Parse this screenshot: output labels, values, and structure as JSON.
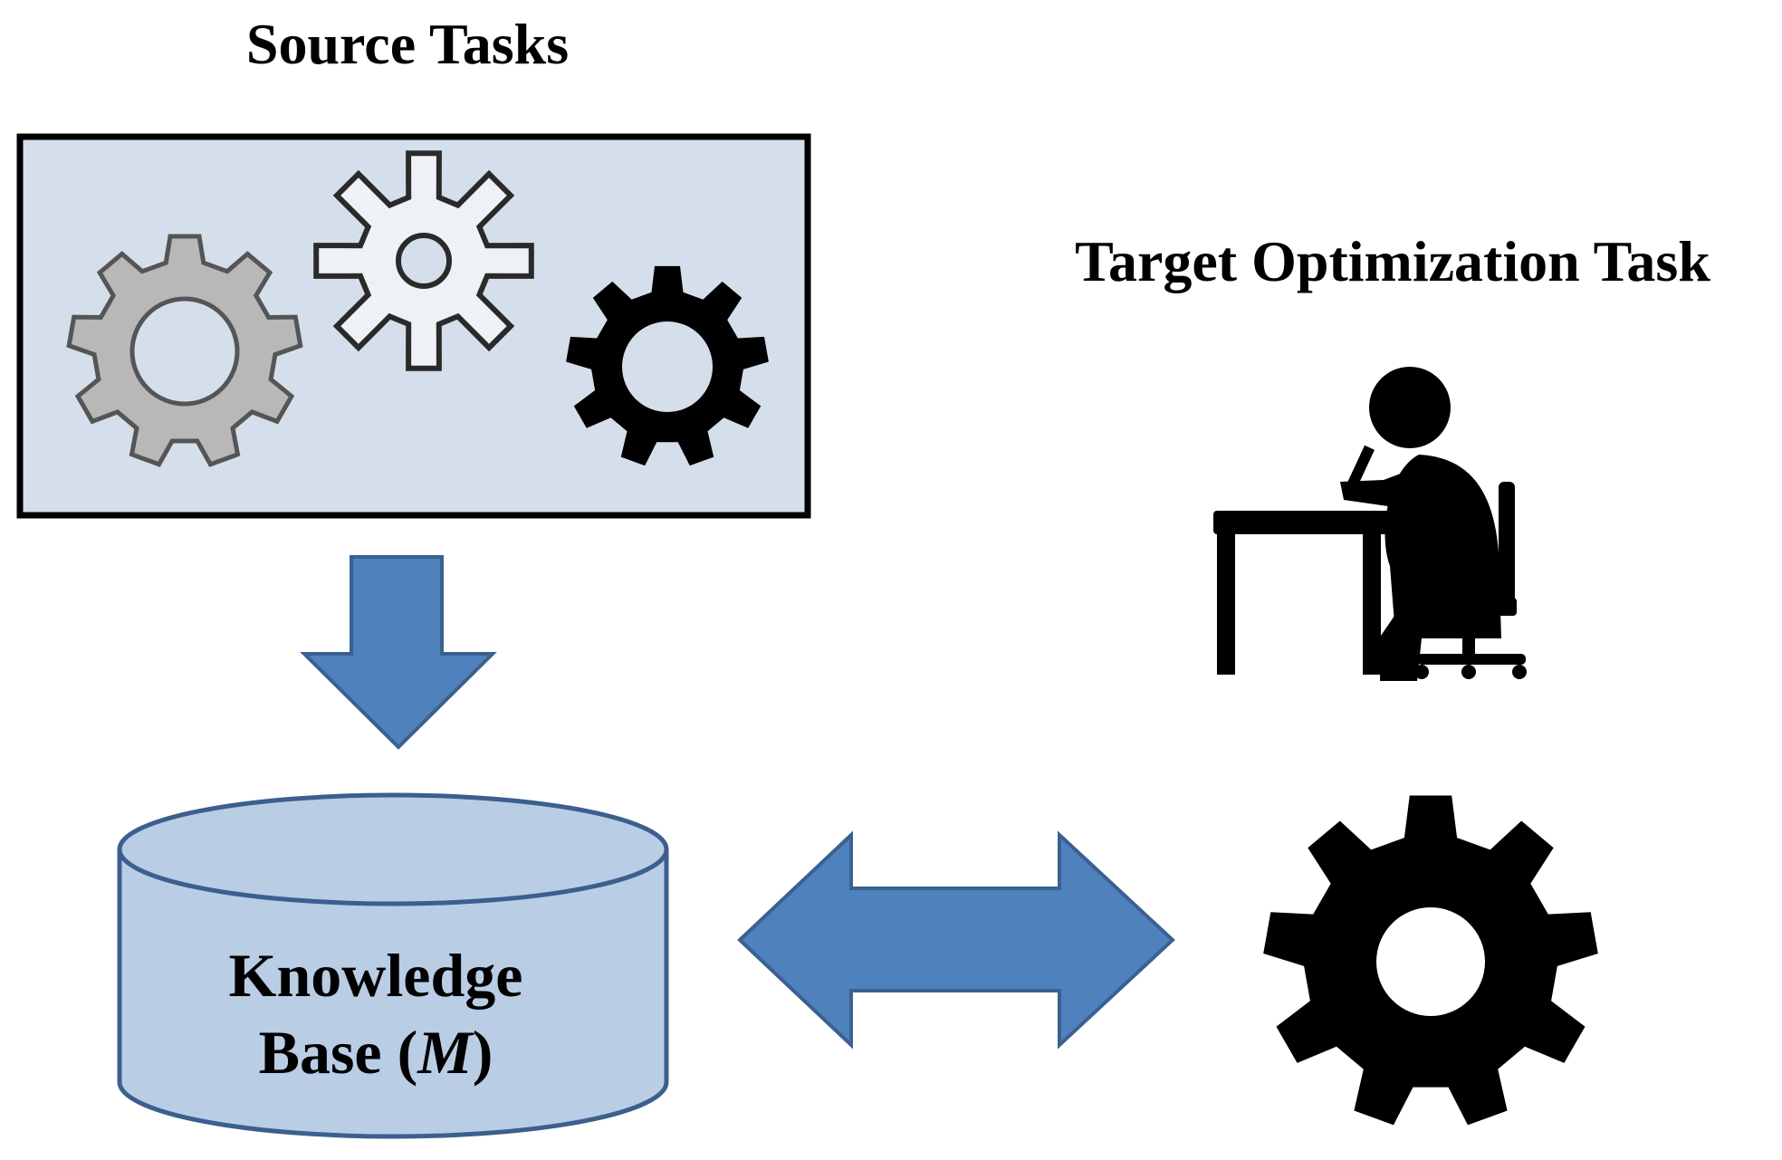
{
  "source_tasks": {
    "title": "Source Tasks",
    "icons": [
      "gear-icon",
      "gear-icon",
      "gear-icon"
    ]
  },
  "target_task": {
    "title": "Target Optimization Task",
    "icons": [
      "person-at-desk-icon",
      "gear-icon"
    ]
  },
  "knowledge_base": {
    "line1": "Knowledge",
    "line2_prefix": "Base (",
    "line2_symbol": "M",
    "line2_suffix": ")"
  },
  "colors": {
    "box_fill": "#d5dfeb",
    "arrow_fill": "#4f81bd",
    "arrow_stroke": "#3a6190",
    "cylinder_fill": "#b9cde5",
    "cylinder_stroke": "#3c5f8e",
    "gear_gray": "#b8b8b8",
    "gear_black": "#000000"
  }
}
